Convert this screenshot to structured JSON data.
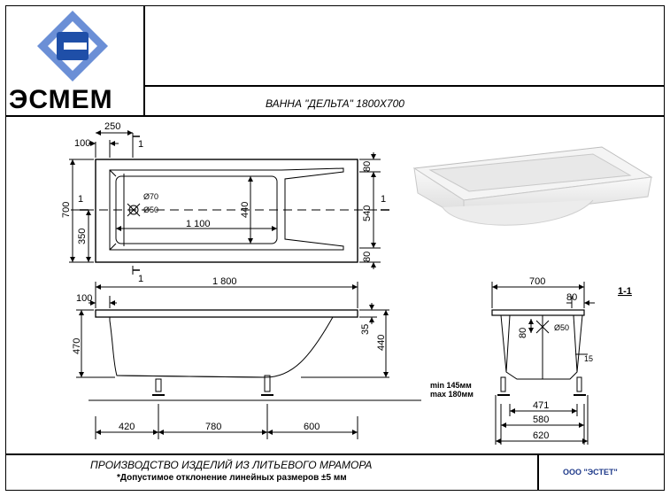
{
  "header": {
    "logo_text": "ЭСМЕМ",
    "title": "ВАННА \"ДЕЛЬТА\" 1800Х700"
  },
  "top_view": {
    "dim_250": "250",
    "dim_100": "100",
    "section_mark": "1",
    "dim_700": "700",
    "dim_350": "350",
    "dim_440": "440",
    "dim_1100": "1 100",
    "d70": "Ø70",
    "d50": "Ø50",
    "dim_80_top": "80",
    "dim_540": "540",
    "dim_80_bottom": "80"
  },
  "side_view": {
    "dim_100": "100",
    "dim_1800": "1 800",
    "dim_470": "470",
    "dim_35": "35",
    "dim_440": "440",
    "dim_420": "420",
    "dim_780": "780",
    "dim_600": "600",
    "legs_min": "min 145мм",
    "legs_max": "max 180мм"
  },
  "section_view": {
    "label": "1-1",
    "dim_700": "700",
    "dim_80_top": "80",
    "dim_80_side": "80",
    "d50": "Ø50",
    "dim_15": "15",
    "dim_471": "471",
    "dim_580": "580",
    "dim_620": "620"
  },
  "footer": {
    "main": "ПРОИЗВОДСТВО ИЗДЕЛИЙ ИЗ ЛИТЬЕВОГО МРАМОРА",
    "note": "*Допустимое отклонение линейных размеров   ±5 мм",
    "company": "ООО \"ЭСТЕТ\""
  },
  "colors": {
    "logo_blue": "#1f4fa8",
    "logo_light": "#6b8fd6",
    "company_blue": "#1f3a8a"
  }
}
